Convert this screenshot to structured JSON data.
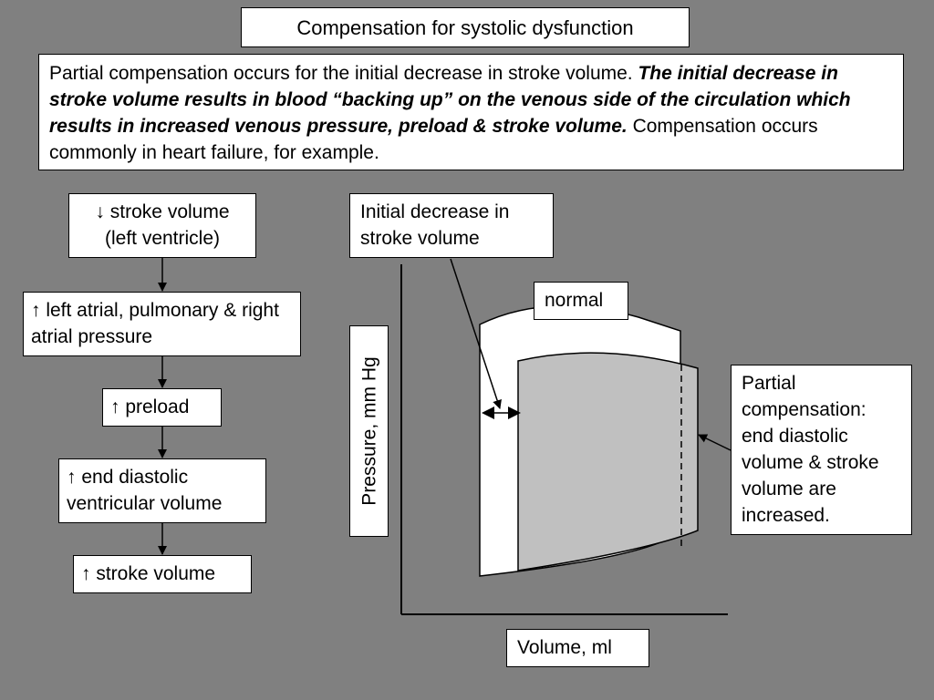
{
  "title": "Compensation for systolic dysfunction",
  "intro": {
    "plain1": "Partial compensation occurs for the initial decrease in stroke volume. ",
    "bold": "The initial decrease in stroke volume results in blood “backing up” on the venous side of the circulation which results in increased venous pressure, preload & stroke volume.",
    "plain2": " Compensation occurs commonly in heart failure, for example."
  },
  "flow": {
    "step1_line1": "↓ stroke volume",
    "step1_line2": "(left ventricle)",
    "step2": "↑ left atrial, pulmonary & right atrial pressure",
    "step3": "↑ preload",
    "step4": "↑ end diastolic ventricular volume",
    "step5": "↑ stroke volume"
  },
  "graph": {
    "initial_label": "Initial decrease in stroke volume",
    "normal_label": "normal",
    "partial_label": "Partial compensation: end diastolic volume & stroke volume are increased.",
    "y_axis_label": "Pressure, mm Hg",
    "x_axis_label": "Volume, ml"
  },
  "colors": {
    "background": "#808080",
    "normal_loop": "#ffffff",
    "compensated_loop": "#c0c0c0"
  }
}
